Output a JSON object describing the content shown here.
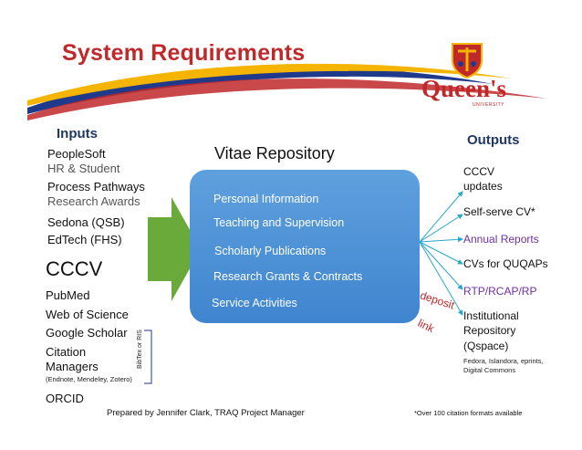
{
  "title": "System Requirements",
  "logo": {
    "wordmark": "Queen's",
    "sub": "UNIVERSITY",
    "color": "#c0282a"
  },
  "inputs": {
    "heading": "Inputs",
    "items": [
      {
        "text": "PeopleSoft"
      },
      {
        "text": "HR & Student"
      },
      {
        "text": "Process Pathways"
      },
      {
        "text": "Research Awards"
      },
      {
        "text": "Sedona (QSB)"
      },
      {
        "text": "EdTech (FHS)"
      },
      {
        "text": "CCCV"
      },
      {
        "text": "PubMed"
      },
      {
        "text": "Web of Science"
      },
      {
        "text": "Google Scholar"
      },
      {
        "text": "Citation"
      },
      {
        "text": "Managers"
      },
      {
        "text": "(Endnote, Mendeley, Zotero)"
      },
      {
        "text": "ORCID"
      }
    ],
    "bracket_label": "BibTex or RIS"
  },
  "repository": {
    "title": "Vitae Repository",
    "items": [
      "Personal Information",
      "Teaching and Supervision",
      "Scholarly Publications",
      "Research Grants & Contracts",
      "Service Activities"
    ],
    "color": "#4a8fd6"
  },
  "arrow_color": "#6aaa3a",
  "outputs": {
    "heading": "Outputs",
    "items": [
      {
        "text": "CCCV"
      },
      {
        "text": "updates"
      },
      {
        "text": "Self-serve CV*"
      },
      {
        "text": "Annual Reports",
        "color": "#7030a0"
      },
      {
        "text": "CVs for QUQAPs"
      },
      {
        "text": "RTP/RCAP/RP",
        "color": "#7030a0"
      },
      {
        "text": "Institutional"
      },
      {
        "text": "Repository"
      },
      {
        "text": "(Qspace)"
      },
      {
        "text": "Fedora, Islandora, eprints,"
      },
      {
        "text": "Digital Commons"
      }
    ],
    "deposit": "deposit",
    "link": "link"
  },
  "footer": {
    "credit": "Prepared by Jennifer Clark, TRAQ Project Manager",
    "note": "*Over 100 citation formats available"
  }
}
